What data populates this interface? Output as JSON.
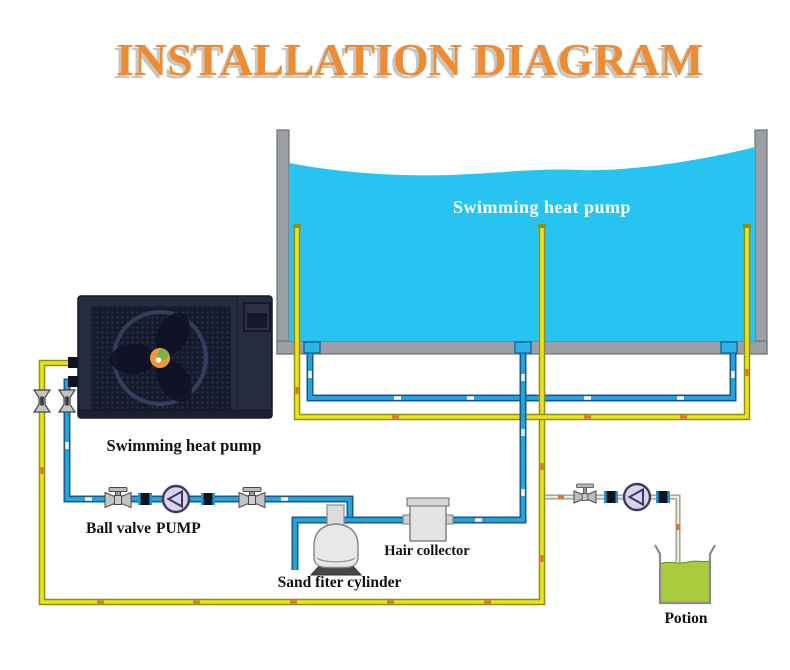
{
  "title": "INSTALLATION DIAGRAM",
  "labels": {
    "pool": "Swimming heat pump",
    "heat_pump_unit": "Swimming heat pump",
    "ball_valve": "Ball valve",
    "pump": "PUMP",
    "sand_filter": "Sand fiter cylinder",
    "hair_collector": "Hair collector",
    "potion": "Potion"
  },
  "colors": {
    "title_orange": "#ef8b33",
    "title_shadow_gray": "#c8c6c2",
    "pool_water": "#28c4f1",
    "pool_frame_gray": "#9c9fa3",
    "pipe_blue": "#24a5e3",
    "pipe_blue_edge": "#1d5a82",
    "pipe_yellow": "#eae41b",
    "pipe_yellow_edge": "#8f8f12",
    "pipe_joint_orange": "#e0762e",
    "dosing_pipe_gray": "#ebebdf",
    "heat_pump_body": "#262b40",
    "pump_circle_lavender": "#d9d3ec",
    "fitting_dark": "#10131f",
    "tank_gray": "#e8e8e8",
    "potion_liquid_green": "#a9cc3e"
  }
}
